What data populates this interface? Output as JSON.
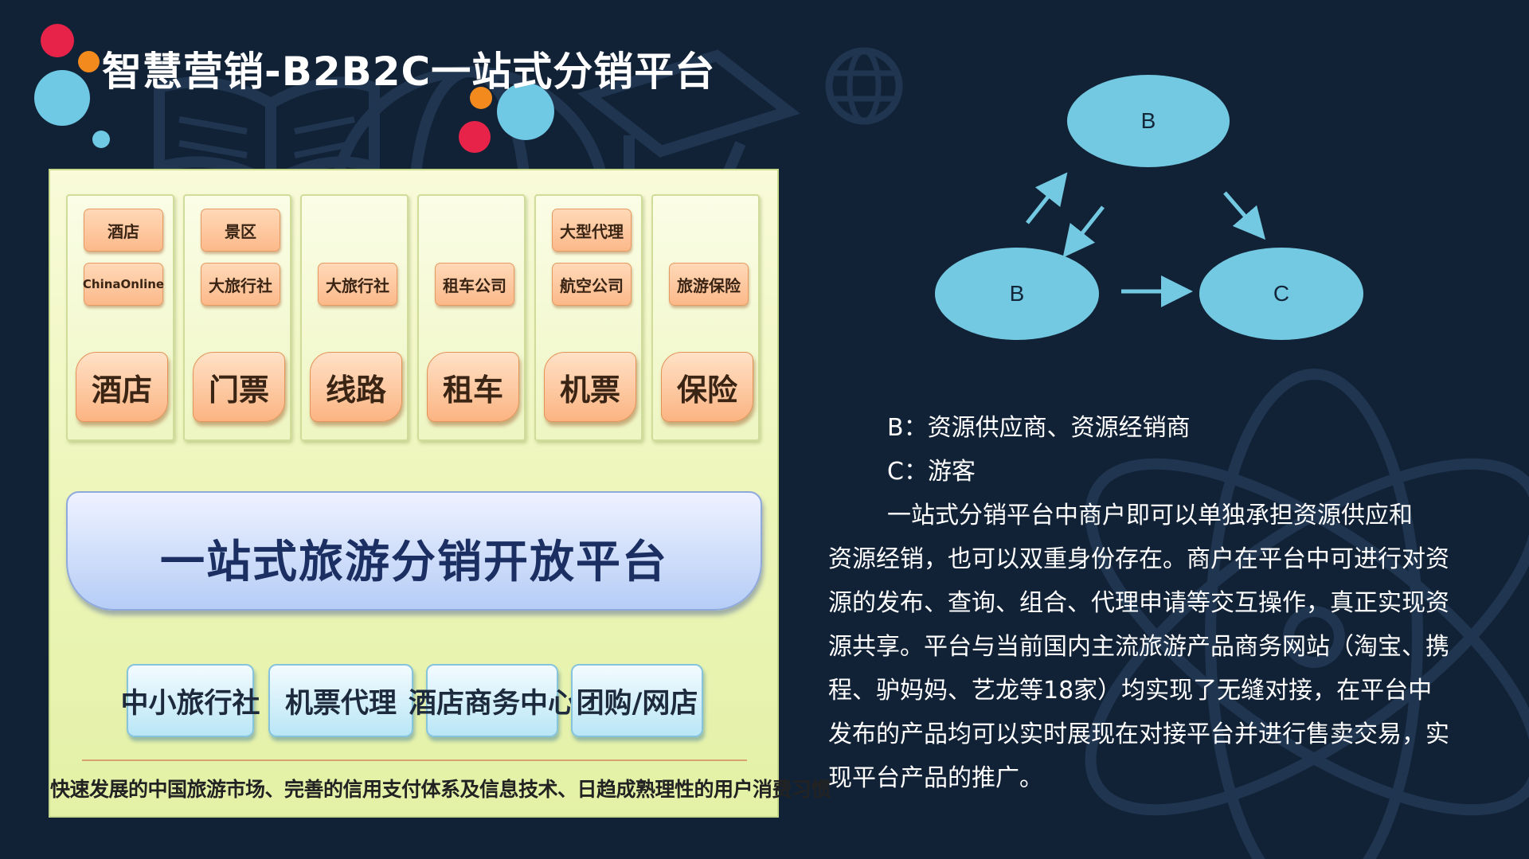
{
  "slide": {
    "title": "智慧营销-B2B2C一站式分销平台"
  },
  "platform": {
    "columns": [
      {
        "tags": [
          "酒店",
          "ChinaOnline"
        ],
        "main": "酒店"
      },
      {
        "tags": [
          "景区",
          "大旅行社"
        ],
        "main": "门票"
      },
      {
        "tags": [
          "大旅行社"
        ],
        "main": "线路"
      },
      {
        "tags": [
          "租车公司"
        ],
        "main": "租车"
      },
      {
        "tags": [
          "大型代理",
          "航空公司"
        ],
        "main": "机票"
      },
      {
        "tags": [
          "旅游保险"
        ],
        "main": "保险"
      }
    ],
    "banner": "一站式旅游分销开放平台",
    "channels": [
      "中小旅行社",
      "机票代理",
      "酒店商务中心",
      "团购/网店"
    ],
    "foundation": "快速发展的中国旅游市场、完善的信用支付体系及信息技术、日趋成熟理性的用户消费习惯"
  },
  "model": {
    "top": "B",
    "left": "B",
    "right": "C",
    "node_color": "#73c9e1"
  },
  "legend": {
    "b_def": "B：资源供应商、资源经销商",
    "c_def": "C：游客",
    "paragraph_first": "一站式分销平台中商户即可以单独承担资源供应和",
    "paragraph_rest": "资源经销，也可以双重身份存在。商户在平台中可进行对资源的发布、查询、组合、代理申请等交互操作，真正实现资源共享。平台与当前国内主流旅游产品商务网站（淘宝、携程、驴妈妈、艺龙等18家）均实现了无缝对接，在平台中发布的产品均可以实时展现在对接平台并进行售卖交易，实现平台产品的推广。"
  },
  "colors": {
    "background": "#122236",
    "accent_red": "#e8234a",
    "accent_orange": "#f28a1e",
    "accent_blue": "#6fc8e4"
  }
}
